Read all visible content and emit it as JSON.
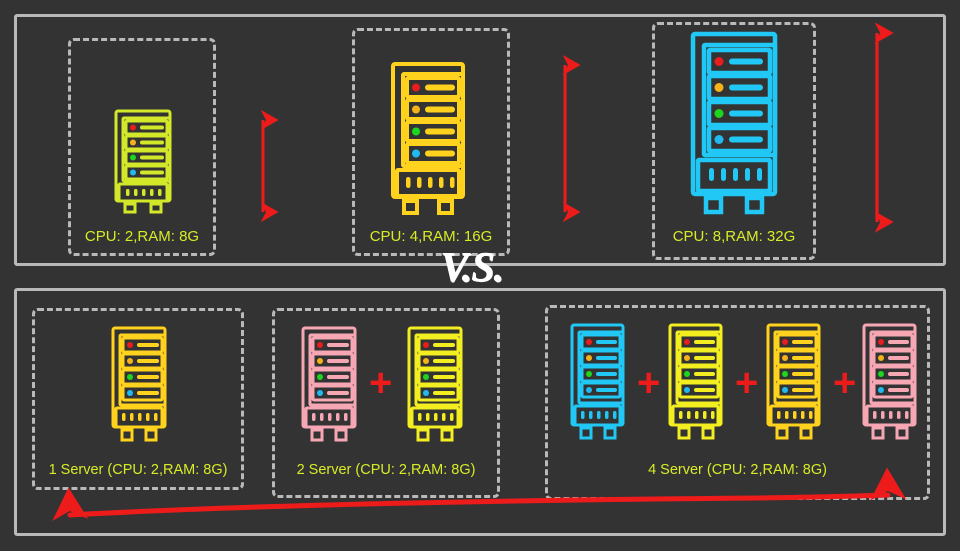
{
  "meta": {
    "background_color": "#333333",
    "panel_border_color": "#b9b9b9",
    "dash_border_color": "#b9b9b9",
    "caption_color": "#d7ec26",
    "arrow_color": "#ee1b1b",
    "plus_color": "#ee1b1b",
    "vs_color": "#ffffff"
  },
  "vs_label": "V.S.",
  "scale_up": {
    "section_name": "vertical-scaling",
    "items": [
      {
        "label": "CPU: 2,RAM: 8G",
        "color": "#d4e82a",
        "size": "small"
      },
      {
        "label": "CPU: 4,RAM: 16G",
        "color": "#ffd21e",
        "size": "medium"
      },
      {
        "label": "CPU: 8,RAM: 32G",
        "color": "#22c8f5",
        "size": "large"
      }
    ],
    "arrow_symbols": [
      "double-vertical-arrow",
      "double-vertical-arrow",
      "double-vertical-arrow"
    ]
  },
  "scale_out": {
    "section_name": "horizontal-scaling",
    "groups": [
      {
        "label": "1 Server (CPU: 2,RAM: 8G)",
        "server_colors": [
          "#ffd21e"
        ],
        "plus_count": 0
      },
      {
        "label": "2 Server (CPU: 2,RAM: 8G)",
        "server_colors": [
          "#f7a7b4",
          "#f2ee20"
        ],
        "plus_count": 1
      },
      {
        "label": "4 Server (CPU: 2,RAM: 8G)",
        "server_colors": [
          "#22c8f5",
          "#f2ee20",
          "#ffd21e",
          "#f7a7b4"
        ],
        "plus_count": 3
      }
    ],
    "plus_symbol": "+",
    "bottom_arrow": "double-headed-horizontal-arrow"
  },
  "server_icon": {
    "name": "server-rack-icon",
    "led_colors": [
      "#e81d1d",
      "#f5b21a",
      "#1fd61f",
      "#21baf0"
    ],
    "bay_count": 4,
    "vent_count": 5
  }
}
